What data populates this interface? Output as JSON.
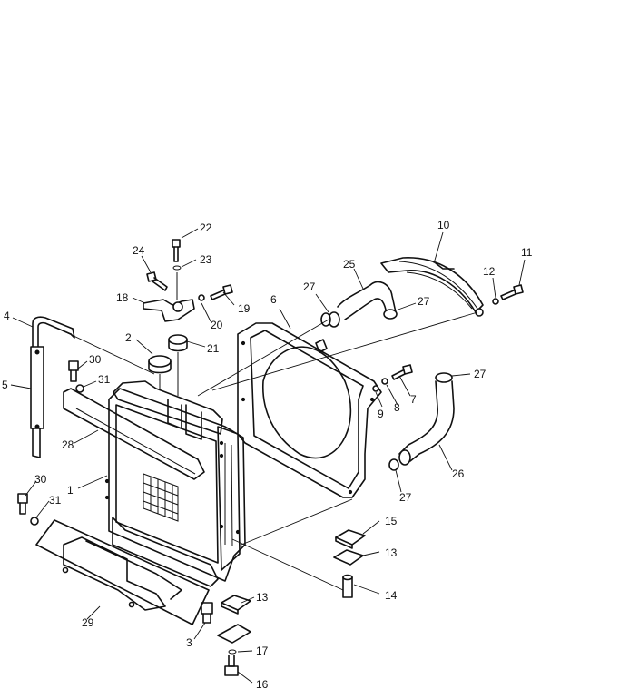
{
  "diagram": {
    "callouts": [
      {
        "id": "c1",
        "text": "1"
      },
      {
        "id": "c2",
        "text": "2"
      },
      {
        "id": "c3",
        "text": "3"
      },
      {
        "id": "c4",
        "text": "4"
      },
      {
        "id": "c5",
        "text": "5"
      },
      {
        "id": "c6",
        "text": "6"
      },
      {
        "id": "c7",
        "text": "7"
      },
      {
        "id": "c8",
        "text": "8"
      },
      {
        "id": "c9",
        "text": "9"
      },
      {
        "id": "c10",
        "text": "10"
      },
      {
        "id": "c11",
        "text": "11"
      },
      {
        "id": "c12",
        "text": "12"
      },
      {
        "id": "c13a",
        "text": "13"
      },
      {
        "id": "c13b",
        "text": "13"
      },
      {
        "id": "c14",
        "text": "14"
      },
      {
        "id": "c15",
        "text": "15"
      },
      {
        "id": "c16",
        "text": "16"
      },
      {
        "id": "c17",
        "text": "17"
      },
      {
        "id": "c18",
        "text": "18"
      },
      {
        "id": "c19",
        "text": "19"
      },
      {
        "id": "c20",
        "text": "20"
      },
      {
        "id": "c21",
        "text": "21"
      },
      {
        "id": "c22",
        "text": "22"
      },
      {
        "id": "c23",
        "text": "23"
      },
      {
        "id": "c24",
        "text": "24"
      },
      {
        "id": "c25",
        "text": "25"
      },
      {
        "id": "c26",
        "text": "26"
      },
      {
        "id": "c27a",
        "text": "27"
      },
      {
        "id": "c27b",
        "text": "27"
      },
      {
        "id": "c27c",
        "text": "27"
      },
      {
        "id": "c27d",
        "text": "27"
      },
      {
        "id": "c28",
        "text": "28"
      },
      {
        "id": "c29",
        "text": "29"
      },
      {
        "id": "c30a",
        "text": "30"
      },
      {
        "id": "c30b",
        "text": "30"
      },
      {
        "id": "c31a",
        "text": "31"
      },
      {
        "id": "c31b",
        "text": "31"
      }
    ]
  }
}
